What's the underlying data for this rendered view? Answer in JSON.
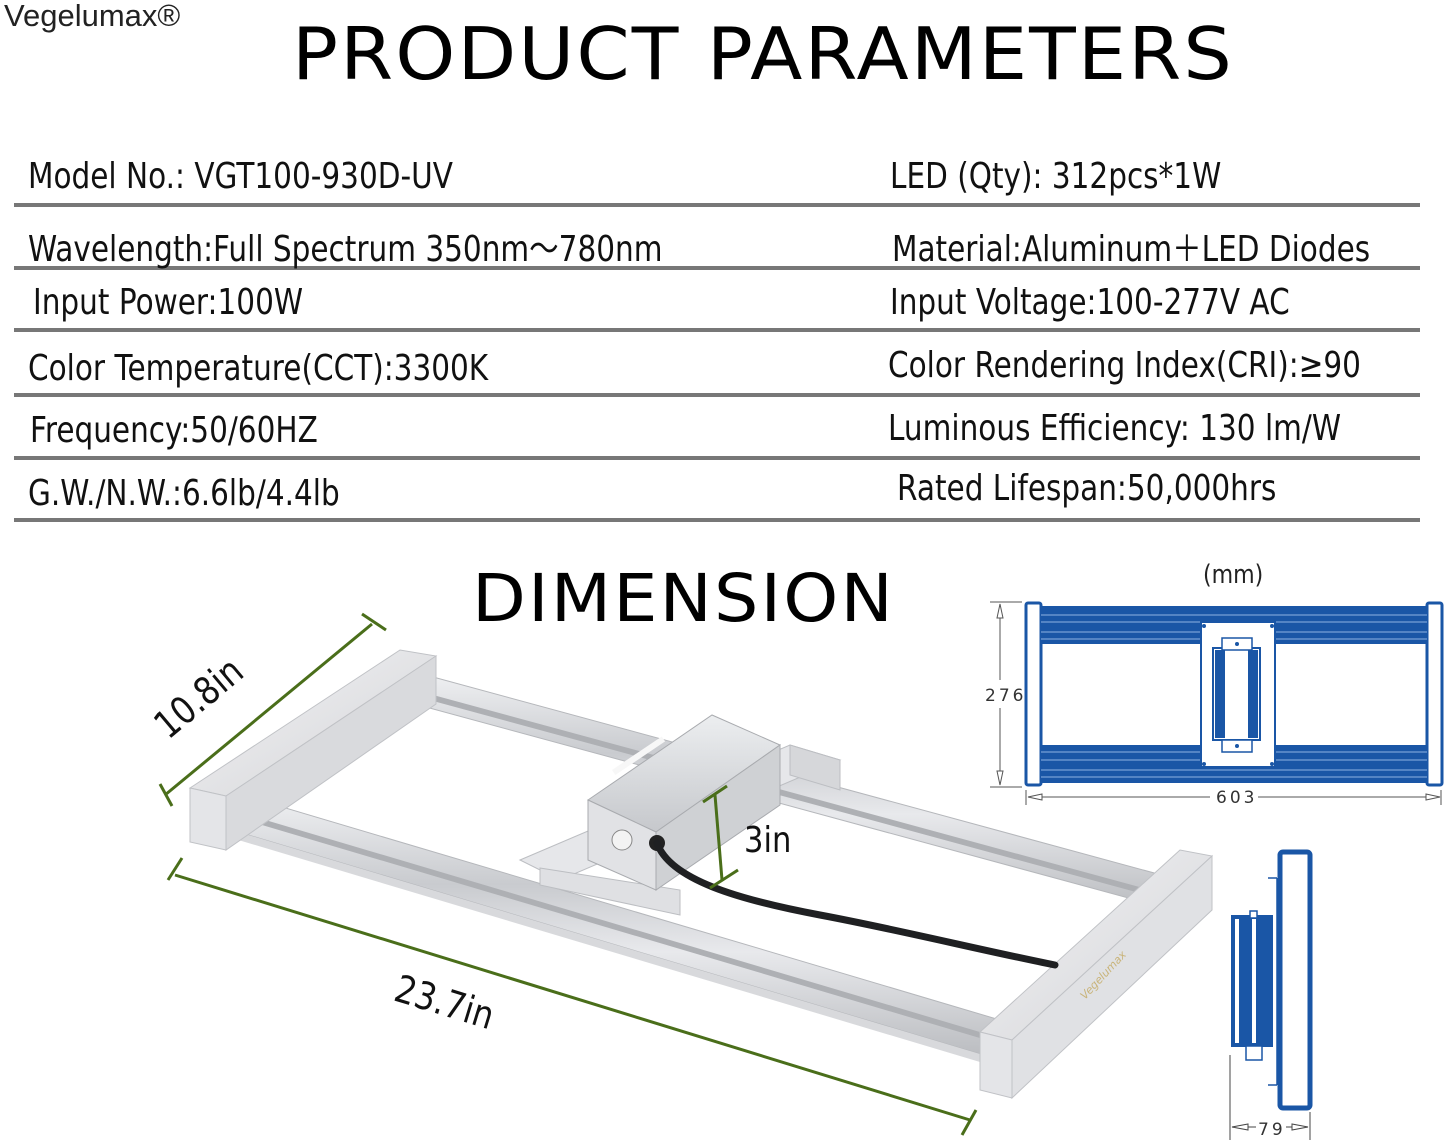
{
  "brand": {
    "name": "Vegelumax®"
  },
  "header": {
    "title": "PRODUCT PARAMETERS"
  },
  "parameters": {
    "left": [
      {
        "label": "Model No.: VGT100-930D-UV"
      },
      {
        "label": "Wavelength:Full Spectrum 350nm～780nm"
      },
      {
        "label": "Input Power:100W"
      },
      {
        "label": "Color Temperature(CCT):3300K"
      },
      {
        "label": "Frequency:50/60HZ"
      },
      {
        "label": "G.W./N.W.:6.6lb/4.4lb"
      }
    ],
    "right": [
      {
        "label": "LED (Qty): 312pcs*1W"
      },
      {
        "label": "Material:Aluminum＋LED Diodes"
      },
      {
        "label": "Input Voltage:100-277V  AC"
      },
      {
        "label": "Color Rendering Index(CRI):≥90"
      },
      {
        "label": "Luminous Efficiency: 130 lm/W"
      },
      {
        "label": "Rated Lifespan:50,000hrs"
      }
    ]
  },
  "dimension": {
    "title": "DIMENSION",
    "photo": {
      "width_label": "10.8in",
      "length_label": "23.7in",
      "height_label": "3in",
      "end_cap_brand": "Vegelumax"
    },
    "drawing": {
      "unit": "(mm)",
      "height_mm": "276",
      "length_mm": "603",
      "depth_mm": "79"
    }
  },
  "colors": {
    "dimension_line": "#4a6e1a",
    "cad_blue": "#1a56a6",
    "rule_gray": "#777777",
    "aluminum": "#dcdde0"
  }
}
